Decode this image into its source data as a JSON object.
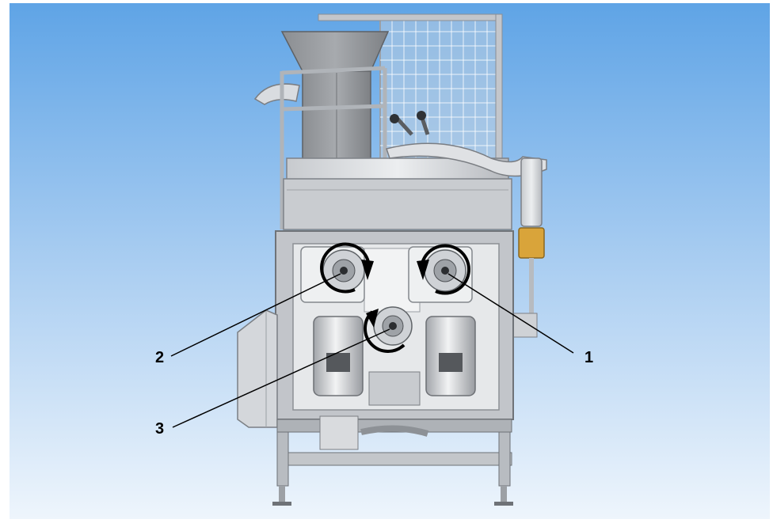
{
  "callouts": [
    {
      "label": "1"
    },
    {
      "label": "2"
    },
    {
      "label": "3"
    }
  ],
  "colors": {
    "background_top": "#5fa4e6",
    "background_bottom": "#eef5fc",
    "frame": "#b9bcc2",
    "panel_light": "#e3e5e8",
    "shade": "#8f9398",
    "dark": "#6e7177",
    "arrow": "#000000",
    "valve": "#d9a43a"
  }
}
